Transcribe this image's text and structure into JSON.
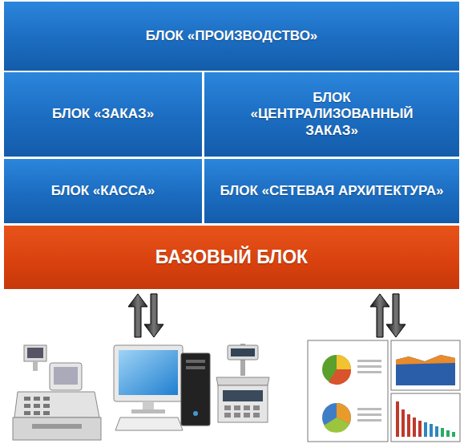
{
  "diagram": {
    "nodes": [
      {
        "text": [
          "БЛОК «ПРОИЗВОДСТВО»"
        ]
      },
      {
        "text": [
          "БЛОК «ЗАКАЗ»"
        ]
      },
      {
        "text": [
          "БЛОК «ЦЕНТРАЛИЗОВАННЫЙ ЗАКАЗ»"
        ]
      },
      {
        "text": [
          "БЛОК «КАССА»"
        ]
      },
      {
        "text": [
          "БЛОК «СЕТЕВАЯ АРХИТЕКТУРА»"
        ]
      },
      {
        "text": [
          "БАЗОВЫЙ БЛОК"
        ]
      }
    ]
  }
}
